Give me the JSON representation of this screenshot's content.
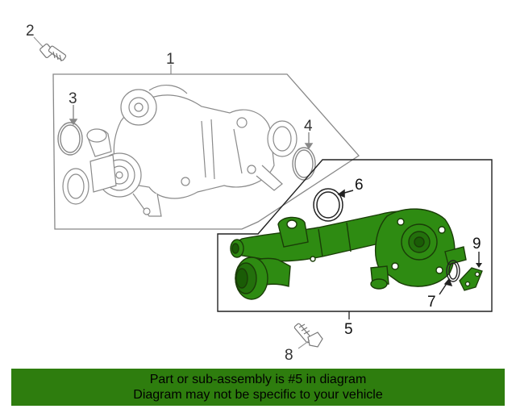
{
  "colors": {
    "highlight": "#2e8b12",
    "highlight_dark": "#1a5c06",
    "banner": "#2e7d0e",
    "line": "#555555",
    "faded_line": "#888888"
  },
  "callouts": {
    "c1": "1",
    "c2": "2",
    "c3": "3",
    "c4": "4",
    "c5": "5",
    "c6": "6",
    "c7": "7",
    "c8": "8",
    "c9": "9"
  },
  "banner": {
    "line1": "Part or sub-assembly is #5 in diagram",
    "line2": "Diagram may not be specific to your vehicle"
  }
}
